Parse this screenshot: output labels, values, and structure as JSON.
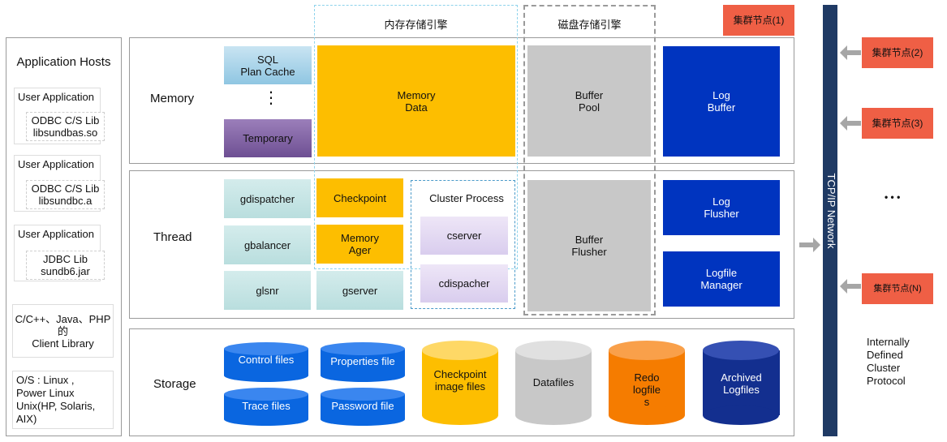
{
  "hosts": {
    "title": "Application Hosts",
    "apps": [
      {
        "label": "User Application",
        "lib": "ODBC C/S Lib\nlibsundbas.so"
      },
      {
        "label": "User Application",
        "lib": "ODBC C/S Lib\nlibsundbc.a"
      },
      {
        "label": "User Application",
        "lib": "JDBC Lib\nsundb6.jar"
      }
    ],
    "client_library": "C/C++、Java、PHP\n的\nClient Library",
    "os": "O/S : Linux ,\nPower Linux\nUnix(HP, Solaris,\nAIX)"
  },
  "headers": {
    "memory_engine": "内存存储引擎",
    "disk_engine": "磁盘存储引擎"
  },
  "rows": {
    "memory": "Memory",
    "thread": "Thread",
    "storage": "Storage"
  },
  "memory": {
    "sql_plan_cache": "SQL\nPlan Cache",
    "ellipsis": "⋮",
    "temporary": "Temporary",
    "memory_data": "Memory\nData",
    "buffer_pool": "Buffer\nPool",
    "log_buffer": "Log\nBuffer"
  },
  "thread": {
    "gdispatcher": "gdispatcher",
    "gbalancer": "gbalancer",
    "glsnr": "glsnr",
    "checkpoint": "Checkpoint",
    "memory_ager": "Memory\nAger",
    "gserver": "gserver",
    "cluster_process": "Cluster Process",
    "cserver": "cserver",
    "cdispacher": "cdispacher",
    "buffer_flusher": "Buffer\nFlusher",
    "log_flusher": "Log\nFlusher",
    "logfile_manager": "Logfile\nManager"
  },
  "storage": {
    "control_files": "Control files",
    "trace_files": "Trace files",
    "properties_file": "Properties file",
    "password_file": "Password file",
    "checkpoint_image": "Checkpoint\nimage files",
    "datafiles": "Datafiles",
    "redo_logfiles": "Redo\nlogfile\ns",
    "archived_logfiles": "Archived\nLogfiles"
  },
  "network": {
    "label": "TCP/IP Network",
    "node1": "集群节点(1)",
    "node2": "集群节点(2)",
    "node3": "集群节点(3)",
    "dots": "• • •",
    "nodeN": "集群节点(N)",
    "protocol": "Internally\nDefined\nCluster\nProtocol"
  },
  "colors": {
    "yellow": "#fdbe00",
    "gray": "#c8c8c8",
    "navy": "#0034bf",
    "red": "#ef5f45",
    "network_bar": "#1f3a64",
    "cylinder_blue": "#0a66e0",
    "cylinder_orange": "#f57c00",
    "cylinder_navy": "#132f8f"
  }
}
